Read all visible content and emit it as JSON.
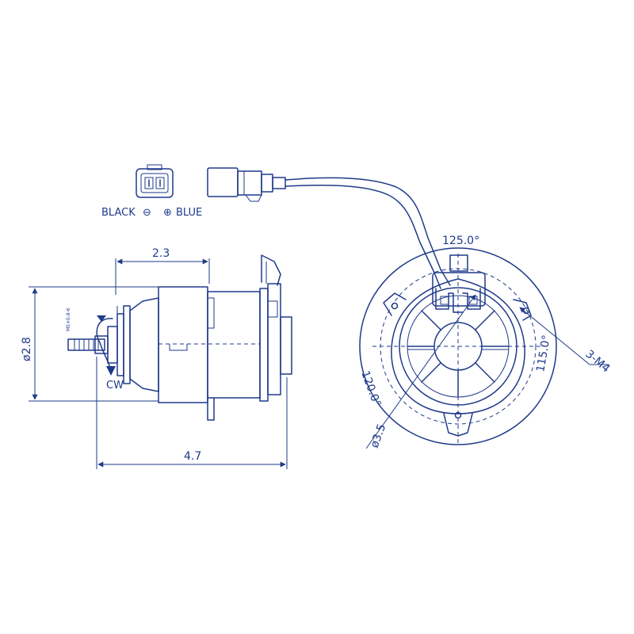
{
  "connector": {
    "black_label": "BLACK",
    "minus_symbol": "⊖",
    "plus_symbol": "⊕",
    "blue_label": "BLUE"
  },
  "dimensions": {
    "width_top": "2.3",
    "width_total": "4.7",
    "diameter_left": "ø2.8",
    "thread": "M5×0.8-6",
    "rotation": "CW",
    "angle_top": "125.0°",
    "angle_left": "120.0°",
    "angle_right": "115.0°",
    "bolt_diameter": "ø3.5",
    "screw_callout": "3-M4"
  },
  "colors": {
    "line": "#1f3a8a",
    "background": "#ffffff"
  }
}
